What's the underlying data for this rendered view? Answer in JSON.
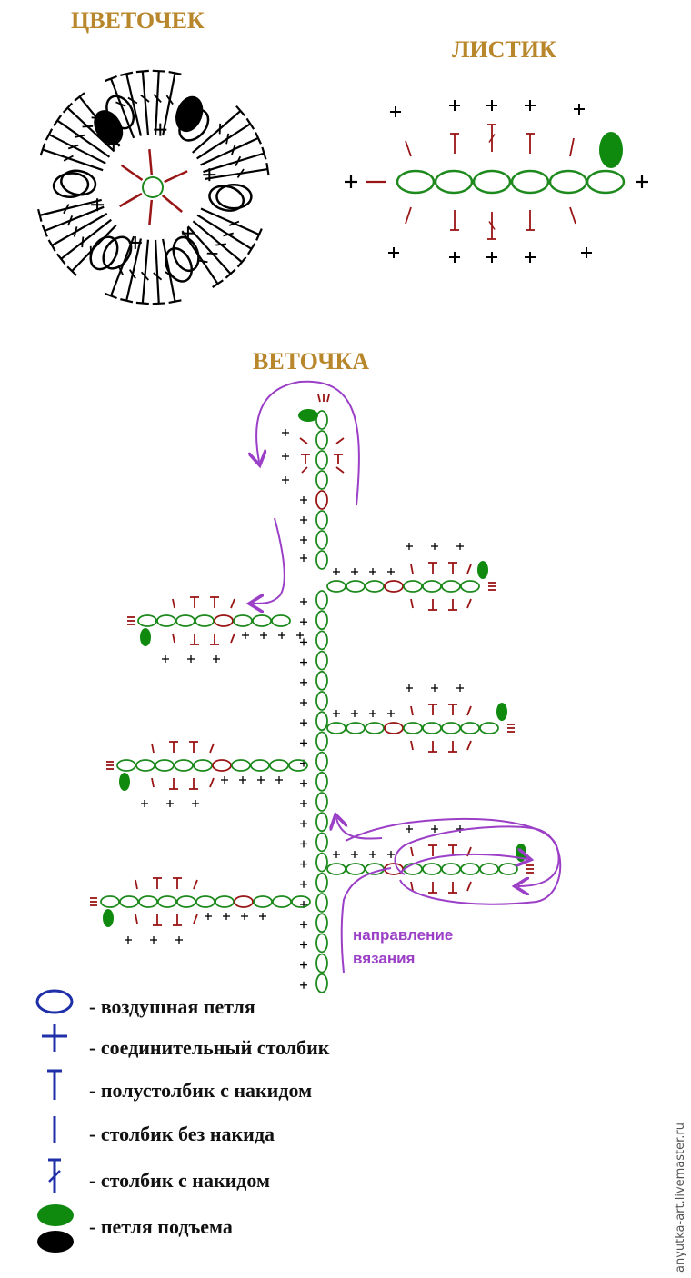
{
  "titles": {
    "flower": "ЦВЕТОЧЕК",
    "leaf": "ЛИСТИК",
    "branch": "ВЕТОЧКА"
  },
  "annotation": {
    "line1": "направление",
    "line2": "вязания"
  },
  "legend": [
    {
      "symbol": "chain-loop",
      "text": "- воздушная петля"
    },
    {
      "symbol": "slip-stitch",
      "text": "- соединительный столбик"
    },
    {
      "symbol": "half-double",
      "text": "- полустолбик с накидом"
    },
    {
      "symbol": "single-crochet",
      "text": "- столбик без накида"
    },
    {
      "symbol": "double-crochet",
      "text": "- столбик с накидом"
    },
    {
      "symbol": "turning-loop",
      "text": "- петля подъема"
    }
  ],
  "watermark": "anyutka-art.livemaster.ru",
  "colors": {
    "title": "#b8862b",
    "chain_green": "#1e8a1e",
    "fill_green": "#0f8a0f",
    "stitch_red": "#9a1515",
    "legend_blue": "#1f2fa8",
    "arrow_purple": "#9b3fc7",
    "flower_black": "#000000"
  }
}
